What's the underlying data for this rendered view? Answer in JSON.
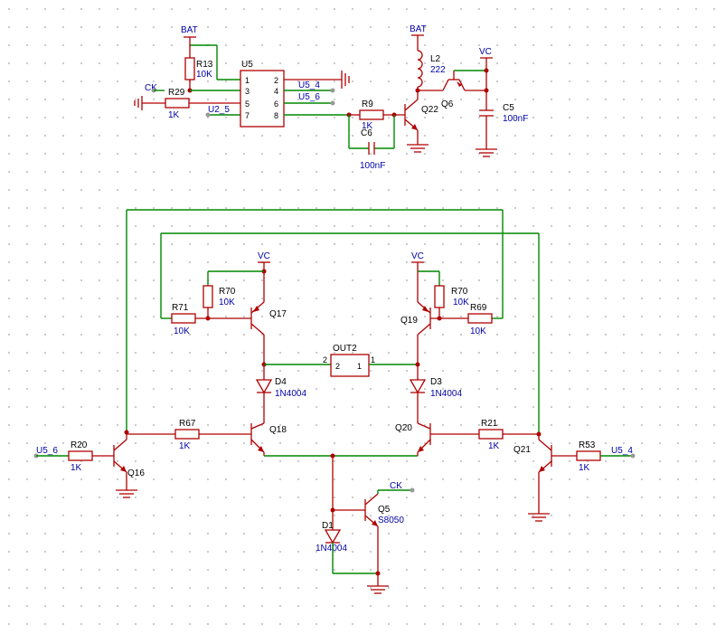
{
  "nets": {
    "bat_top": "BAT",
    "bat_mid": "BAT",
    "ck_top": "CK",
    "ck_bottom": "CK",
    "u5_4_top": "U5_4",
    "u5_6_top": "U5_6",
    "u2_5": "U2_5",
    "vc_top": "VC",
    "vc_left": "VC",
    "vc_right": "VC",
    "u5_6_left": "U5_6",
    "u5_4_right": "U5_4"
  },
  "u5": {
    "ref": "U5",
    "left_pins": [
      "1",
      "3",
      "5",
      "7"
    ],
    "right_pins": [
      "2",
      "4",
      "6",
      "8"
    ]
  },
  "out2": {
    "ref": "OUT2",
    "pin_left_outer": "2",
    "pin_right_outer": "1",
    "pin_left_inner": "2",
    "pin_right_inner": "1"
  },
  "resistors": {
    "r13": {
      "ref": "R13",
      "value": "10K"
    },
    "r29": {
      "ref": "R29",
      "value": "1K"
    },
    "r9": {
      "ref": "R9",
      "value": "1K"
    },
    "r71": {
      "ref": "R71",
      "value": "10K"
    },
    "r70_left": {
      "ref": "R70",
      "value": "10K"
    },
    "r70_right": {
      "ref": "R70",
      "value": "10K"
    },
    "r69": {
      "ref": "R69",
      "value": "10K"
    },
    "r20": {
      "ref": "R20",
      "value": "1K"
    },
    "r67": {
      "ref": "R67",
      "value": "1K"
    },
    "r21": {
      "ref": "R21",
      "value": "1K"
    },
    "r53": {
      "ref": "R53",
      "value": "1K"
    }
  },
  "capacitors": {
    "c6": {
      "ref": "C6",
      "value": "100nF"
    },
    "c5": {
      "ref": "C5",
      "value": "100nF"
    }
  },
  "inductor": {
    "ref": "L2",
    "value": "222"
  },
  "transistors": {
    "q22": "Q22",
    "q6": "Q6",
    "q17": "Q17",
    "q19": "Q19",
    "q18": "Q18",
    "q20": "Q20",
    "q16": "Q16",
    "q21": "Q21",
    "q5": {
      "ref": "Q5",
      "value": "S8050"
    }
  },
  "diodes": {
    "d4": {
      "ref": "D4",
      "value": "1N4004"
    },
    "d3": {
      "ref": "D3",
      "value": "1N4004"
    },
    "d1": {
      "ref": "D1",
      "value": "1N4004"
    }
  }
}
